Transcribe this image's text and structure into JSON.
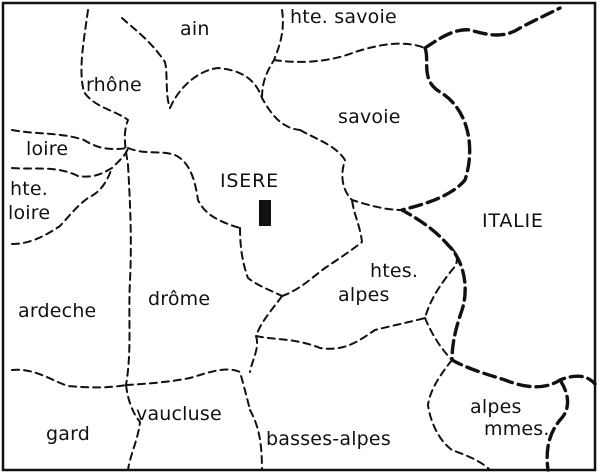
{
  "map": {
    "regions": {
      "ain": "ain",
      "hte_savoie": "hte. savoie",
      "rhone": "rhône",
      "savoie": "savoie",
      "loire": "loire",
      "hte_loire_1": "hte.",
      "hte_loire_2": "loire",
      "isere": "ISERE",
      "italie": "ITALIE",
      "htes_alpes_1": "htes.",
      "htes_alpes_2": "alpes",
      "ardeche": "ardeche",
      "drome": "drôme",
      "vaucluse": "vaucluse",
      "gard": "gard",
      "basses_alpes": "basses-alpes",
      "alpes_mmes_1": "alpes",
      "alpes_mmes_2": "mmes."
    },
    "colors": {
      "ink": "#111111",
      "paper": "#ffffff"
    }
  }
}
